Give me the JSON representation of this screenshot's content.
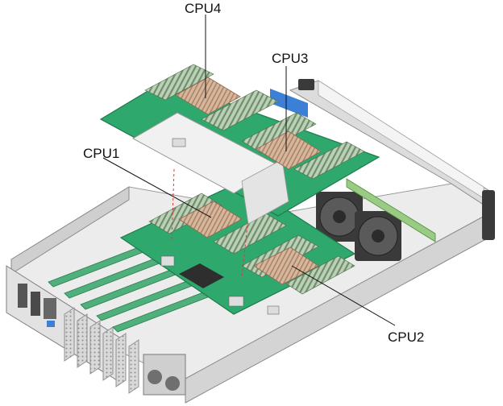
{
  "labels": {
    "cpu1": "CPU1",
    "cpu2": "CPU2",
    "cpu3": "CPU3",
    "cpu4": "CPU4"
  },
  "colors": {
    "board": "#2fa86d",
    "board_edge": "#1f7a4c",
    "chassis": "#e6e6e6",
    "chassis_dark": "#b9b9b9",
    "heatsink": "#c9a98e",
    "dimm": "#9bb59a",
    "fan": "#3a3a3a",
    "accent_blue": "#3b7fd6"
  }
}
